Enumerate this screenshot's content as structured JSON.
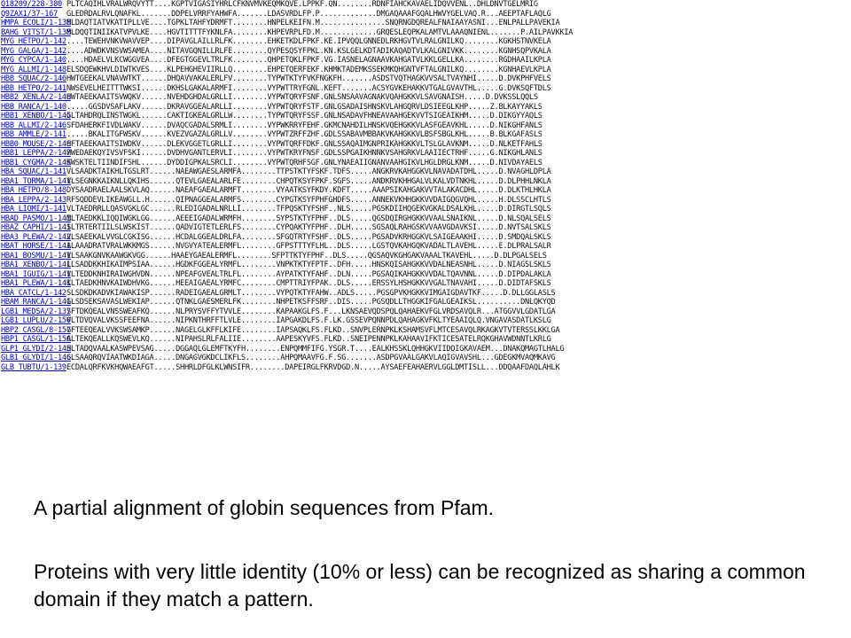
{
  "alignment": {
    "rows": [
      {
        "id": "Q18209/228-380",
        "seq": "PLTCAQIHLVRALWRQVYTT....KGPTVIGASIYHRLCFKNVMVKEQMKQVE.LPPKF.QN........RDNFIAHCKAVAELIDQVVENL..DHLDNVTGELMRIG"
      },
      {
        "id": "Q9ZAX1/37-167",
        "seq": "GLEDRDALRVLQNAFKL.......DDPELVRRFYAHWFA.......LDASVRDLFP.P.............DMGAQAAAFGQALHWVYGELVAQ.R...AEEPTAFLAQLG"
      },
      {
        "id": "HMPA_ECOLI/1-136",
        "seq": "MLDAQTIATVKATIPLLVE....TGPKLTAHFYDRMFT........HNPELKEIFN.M...............SNQRNGDQREALFNAIAAYASNI...ENLPALLPAVEKIA"
      },
      {
        "id": "BAHG_VITST/1-138",
        "seq": "MLDQQTINIIKATVPVLKE....HGVTITTTFYKNLFA........KHPEVRPLFD.M.............GRQESLEQPKALAMTVLAAAQNIENL.......P.AILPAVKKIA"
      },
      {
        "id": "MYG_HETPO/1-142",
        "seq": "....TEWEHVNKVWAVVEP....DIPAVGLAILLRLFK........EHKETKDLFPKF.KE.IPVQQLGNNEDLRKHGVTVLRALGNILKQ........KGKHSTNVKELA"
      },
      {
        "id": "MYG_GALGA/1-142",
        "seq": "....ADWDKVNSVWSAMEA....NITAVGQNILLRLFE........QYPESQSYFPKL.KN.KSLGELKDTADIKAQADTVLKALGNIVKK........KGNHSQPVKALA"
      },
      {
        "id": "MYG_CYPCA/1-140",
        "seq": "....HDAELVLKCWGGVEA....DFEGTGGEVLTRLFK........QHPETQKLFPKF.VG.IASNELAGNAAVKAHGATVLKKLGELLKA........RGDHAAILKPLA"
      },
      {
        "id": "MYG_ALLMI/1-148",
        "seq": "ELSDQEWKHVLDIWTKVES....KLPEHGHEVIIRLLQ........EHPETQERFEKF.KHMKTADEMKSSEKMKQHGNTVFTALGNILKQ........KGNHAEVLKPLA"
      },
      {
        "id": "HBB_SQUAC/2-146",
        "seq": "HWTGEEKALVNAVWTKT......DHQAVVAKALERLFV........TYPWTKTYFVKFNGKFH.......ASDSTVQTHAGKVVSALTVAYNHI.....D.DVKPHFVELS"
      },
      {
        "id": "HBB_HETPO/2-141",
        "seq": "NWSEVELHEITTTWKSI......DKHSLGAKALARMFI........VYPWTTRYFGNL.KEFT.......ACSYGVKEHAKKVTGALGVAVTHL.....G.DVKSQFTDLS"
      },
      {
        "id": "HBB2_XENLA/2-146",
        "seq": "HWTAEEKAAITSVWQKV......NVEHDGHDALGRLLI........VYPWTQRYFSNF.GNLSNSAAVAGNAKVQAHGKKVLSAVGNAISH.....D.DVKSSLQQLS"
      },
      {
        "id": "HBB_RANCA/1-140",
        "seq": ".....GGSDVSAFLAKV......DKRAVGGEALARLLI........VYPWTQRYFSTF.GNLGSADAISHNSKVLAHGQRVLDSIEEGLKHP.....Z.BLKAYYAKLS"
      },
      {
        "id": "HBB1_XENBO/1-145",
        "seq": "GLTAHDRQLINSTWGKL......CAKTIGKEALGRLLW........TYPWTQRYFSSF.GNLNSADAVFHNEAVAAHGEKVVTSIGEAIKHM.....D.DIKGYYAQLS"
      },
      {
        "id": "HBB_ALLMI/2-146",
        "seq": "SFDAHERKFIVDLWAKV......DVAQCGADALSRMLI........VYPWKRRYFEHF.GKMCNAHDILHNSKVQEHGKKVLASFGEAVKHL.....D.NIKGHFANLS"
      },
      {
        "id": "HBB_AMMLE/2-141",
        "seq": ".....BKALITGFWSKV......KVEZVGAZALGRLLV........VYPWTZRFFZHF.GDLSSABAVMBBAKVKAHGKKVLBSFSBGLKHL.....B.BLKGAFASLS"
      },
      {
        "id": "HBB0_MOUSE/2-146",
        "seq": "HFTAEEKAAITSIWDKV......DLEKVGGETLGRLLI........VYPWTQRFFDKF.GNLSSAQAIMGNPRIKAHGKKVLTSLGLAVKNM.....D.NLKETFAHLS"
      },
      {
        "id": "HBB1_LEPPA/2-147",
        "seq": "HWEDAEKQYIVSVFSKI......DVDHVGANTLERVLI........VYPWTKRYFNSF.GDLSSPGAIKHNNKVSAHGRKVLAAIIECTRHF.....G.NIKGHLANLS"
      },
      {
        "id": "HBB1_CYGMA/2-146",
        "seq": "KWSKTELTIINDIFSHL......DYDDIGPKALSRCLI........VYPWTQRHFSGF.GNLYNAEAIIGNANVAAHGIKVLHGLDRGLKNM.....D.NIVDAYAELS"
      },
      {
        "id": "HBA_SQUAC/1-141",
        "seq": "VLSAADKTAIKHLTGSLRT......NAEAWGAESLARMFA........TTPSTKTYFSKF.TDFS.....ANGKRVKAHGGKVLNAVADATDHL.....D.NVAGHLDPLA"
      },
      {
        "id": "HBA1_TORMA/1-141",
        "seq": "VLSEGNKKAIKNLLQKIHS......QTEVLGAEALARLFE........CHPQTKSYFPKF.SGFS.....ANDKRVKHHGALVLKALVDTNKHL.....D.DLPHHLNKLA"
      },
      {
        "id": "HBA_HETPO/8-148",
        "seq": "DYSAADRAELAALSKVLAQ......NAEAFGAEALARMFT........VYAATKSYFKDY.KDFT.....AAAPSIKAHGAKVVTALAKACDHL.....D.DLKTHLHKLA"
      },
      {
        "id": "HBA_LEPPA/2-143",
        "seq": "RFSQDDEVLIKEAWGLL.H......QIPNAGGEALARMFS........CYPGTKSYFPHFGHDFS.....ANNEKVKHHGKKVVDAIGQGVQHL.....H.DLSSCLHTLS"
      },
      {
        "id": "HBA_LIOMI/1-141",
        "seq": "VLTAEDRRLLQASVGKLGC......RLEDIGADALNRLLI........TFPQSKTYFSHF..NLS.....PGSKDIIHQGEKVGKALDSALKHL.....D.DIRGTLSQLS"
      },
      {
        "id": "HBAD_PASMO/1-141",
        "seq": "MLTAEDKKLIQQIWGKLGG......AEEEIGADALWRMFH........SYPSTKTYFPHF..DLS.....QGSDQIRGHGKKVVAALSNAIKNL.....D.NLSQALSELS"
      },
      {
        "id": "HBAZ_CAPHI/1-141",
        "seq": "SLTRTERTIILSLWSKIST......QADVIGTETLERLFS........CYPQAKTYFPHF..DLH.....SGSAQLRAHGSKVVAAVGDAVKSI.....D.NVTSALSKLS"
      },
      {
        "id": "HBA3_PLEWA/2-142",
        "seq": "VLSAEEKALVVGLCGKISG......HCDALGGEALDRLFA........SFGQTRTYFSHF..DLS.....PGSADVKRHGGKVLSAIGEAAKHI.....D.SMDQALSKLS"
      },
      {
        "id": "HBAT_HORSE/1-141",
        "seq": "ALAAADRATVRALWKKMGS......NVGVYATEALERMFL........GFPSTTTYFLHL..DLS.....LGSTQVKAHGQKVADALTLAVEHL.....E.DLPRALSALR"
      },
      {
        "id": "HBA1_BOSMU/1-141",
        "seq": "VLSAAKGNVKAAWGKVGG......HAAEYGAEALERMFL........SFPTTKTYFPHF..DLS.....QGSAQVKGHGAKVAAALTKAVEHL.....D.DLPGALSELS"
      },
      {
        "id": "HBA1_XENBO/1-141",
        "seq": "LLSADDKKHIKAIMPSIAA......HGDKFGGEALYRMFL........VNPKTKTYFPTF..DFH.....HNSKQISAHGKKVVDALNEASNHL.....D.NIAGSLSKLS"
      },
      {
        "id": "HBA1_IGUIG/1-141",
        "seq": "VLTEDDKNHIRAIWGHVDN......NPEAFGVEALTRLFL........AYPATKTYFAHF..DLN.....PGSAQIKAHGKKVVDALTQAVNNL.....D.DIPDALAKLA"
      },
      {
        "id": "HBA1_PLEWA/1-141",
        "seq": "KLTAEDKHNVKAIWDHVKG......HEEAIGAEALYRMFC........CMPTTRIYFPAK..DLS.....ERSSYLHSHGKKVVGALTNAVAHI.....D.DIDTAFSKLS"
      },
      {
        "id": "HBA_CATCL/1-142",
        "seq": "SLSDKDKADVKIAWAKISP......RADEIGAEALGRMLT........VYPQTKTYFAHW..ADLS.....PGSGPVKHGKKVIMGAIGDAVTKF.....D.DLLGGLASLS"
      },
      {
        "id": "HBAM_RANCA/1-141",
        "seq": "GLSDSEKSAVASLWEKIAP......QTNKLGAESMERLFK........NHPETKSFFSRF..DIS.....PGSQDLLTHGGKIFGALGEAIKSL..........DNLQKYQD"
      },
      {
        "id": "LGB1_MEDSA/2-137",
        "seq": "SFTDKQEALVNSSWEAFKQ......NLPRYSVFFYTVVLE........KAPAAKGLFS.F...LKNSAEVQDSPQLQAHAEKVFGLVRDSAVQLR...ATGGVVLGDATLGA"
      },
      {
        "id": "LGB1_LUPLU/2-150",
        "seq": "VLTDVQVALVKSSFEEFNA......NIPKNTHRFFTLVLE........IAPGAKDLFS.F.LK.GSSEVPQNNPDLQAHAGKVFKLTYEAAIQLQ.VNGAVASDATLKSLG"
      },
      {
        "id": "HBP2_CASGL/8-157",
        "seq": "GFTEEQEALVVKSWSAMKP......NAGELGLKFFLKIFE........IAPSAQKLFS.FLKD..SNVPLERNPKLKSHAMSVFLMTCESAVQLRKAGKVTVTERSSLKKLGA"
      },
      {
        "id": "HBP1_CASGL/1-156",
        "seq": "ALTEKQEALLKQSWEVLKQ......NIPAHSLRLFALIIE........AAPESKYVFS.FLKD..SNEIPENNPKLKAHAAVIFKTICESATELRQKGHAVWDNNTLKRLG"
      },
      {
        "id": "GLP1_GLYDI/2-145",
        "seq": "HLTADQVAALKASWPEVSAG.....DGGAQLGLEMFTKYFH........ENPQMMFIFG.YSGR.T....EALKHSSKLQHHGKVIIDQIGKAVAEM...DNAKQMAGTLHALG"
      },
      {
        "id": "GLB1_GLYDI/1-146",
        "seq": "GLSAAQRQVIAATWKDIAGA.....DNGAGVGKDCLIKFLS........AHPQMAAVFG.F.SG.......ASDPGVAALGAKVLAQIGVAVSHL...GDEGKMVAQMKAVG"
      },
      {
        "id": "GLB_TUBTU/1-139",
        "seq": "ECDALQRFKVKHQWAEAFGT.....SHHRLDFGLKLWNSIFR........DAPEIRGLFKRVDGD.N.....AYSAEFEAHAERVLGGLDMTISLL...DDQAAFDAQLAHLK"
      }
    ]
  },
  "caption": {
    "line1": "A partial alignment of globin sequences from Pfam.",
    "line2": "Proteins with very little identity (10% or less) can be recognized as sharing a common domain if they match a pattern."
  }
}
